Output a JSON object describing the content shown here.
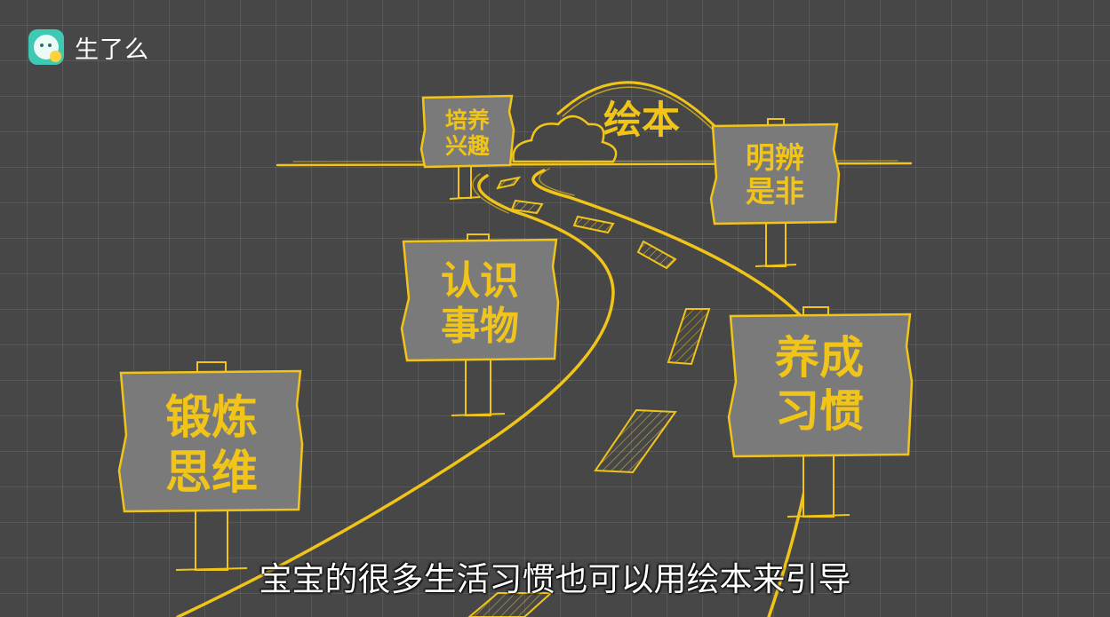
{
  "brand": {
    "name": "生了么",
    "logo_icon": "chick-play-logo-icon"
  },
  "title": "绘本",
  "signs": [
    {
      "lines": [
        "培养",
        "兴趣"
      ]
    },
    {
      "lines": [
        "明辨",
        "是非"
      ]
    },
    {
      "lines": [
        "认识",
        "事物"
      ]
    },
    {
      "lines": [
        "养成",
        "习惯"
      ]
    },
    {
      "lines": [
        "锻炼",
        "思维"
      ]
    }
  ],
  "subtitle": "宝宝的很多生活习惯也可以用绘本来引导",
  "colors": {
    "chalk_yellow": "#f0c419",
    "background": "#474747",
    "grid": "#5a5a5a"
  }
}
